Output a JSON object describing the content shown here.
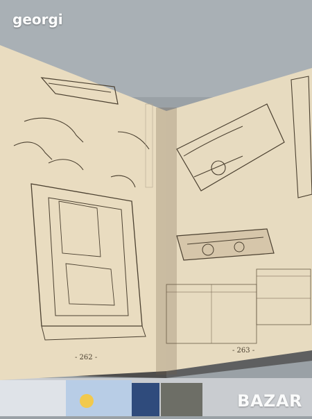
{
  "photo": {
    "description_text_only": "",
    "watermark_user": "georgi",
    "watermark_brand": "BAZAR"
  },
  "book": {
    "left_page_number": "- 262 -",
    "right_page_number": "- 263 -"
  },
  "colors": {
    "paper_left": "#e9dcc0",
    "paper_right": "#e7dbc0",
    "ink": "#4a3f2f",
    "background": "#9aa1a6"
  }
}
